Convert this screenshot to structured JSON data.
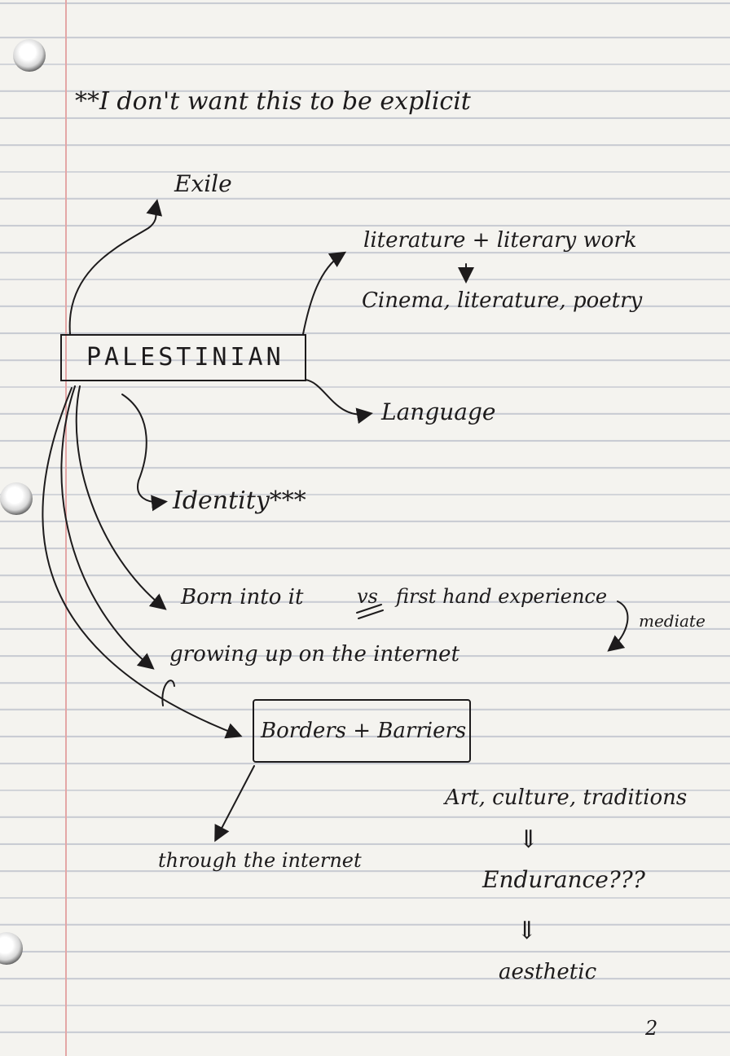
{
  "note": {
    "heading": "**I don't want this to be explicit",
    "center_node": "PALESTINIAN",
    "branches": {
      "exile": "Exile",
      "literature": "literature + literary work",
      "literature_sub": "Cinema, literature, poetry",
      "language": "Language",
      "identity": "Identity***",
      "born_into": "Born into it",
      "versus": "vs",
      "first_hand": "first hand experience",
      "mediate": "mediate",
      "growing_up": "growing up on the internet",
      "borders": "Borders + Barriers",
      "through_internet": "through the internet",
      "art_culture": "Art, culture, traditions",
      "endurance": "Endurance???",
      "aesthetic": "aesthetic"
    },
    "implies_symbol": "⇓",
    "page_number": "2"
  }
}
